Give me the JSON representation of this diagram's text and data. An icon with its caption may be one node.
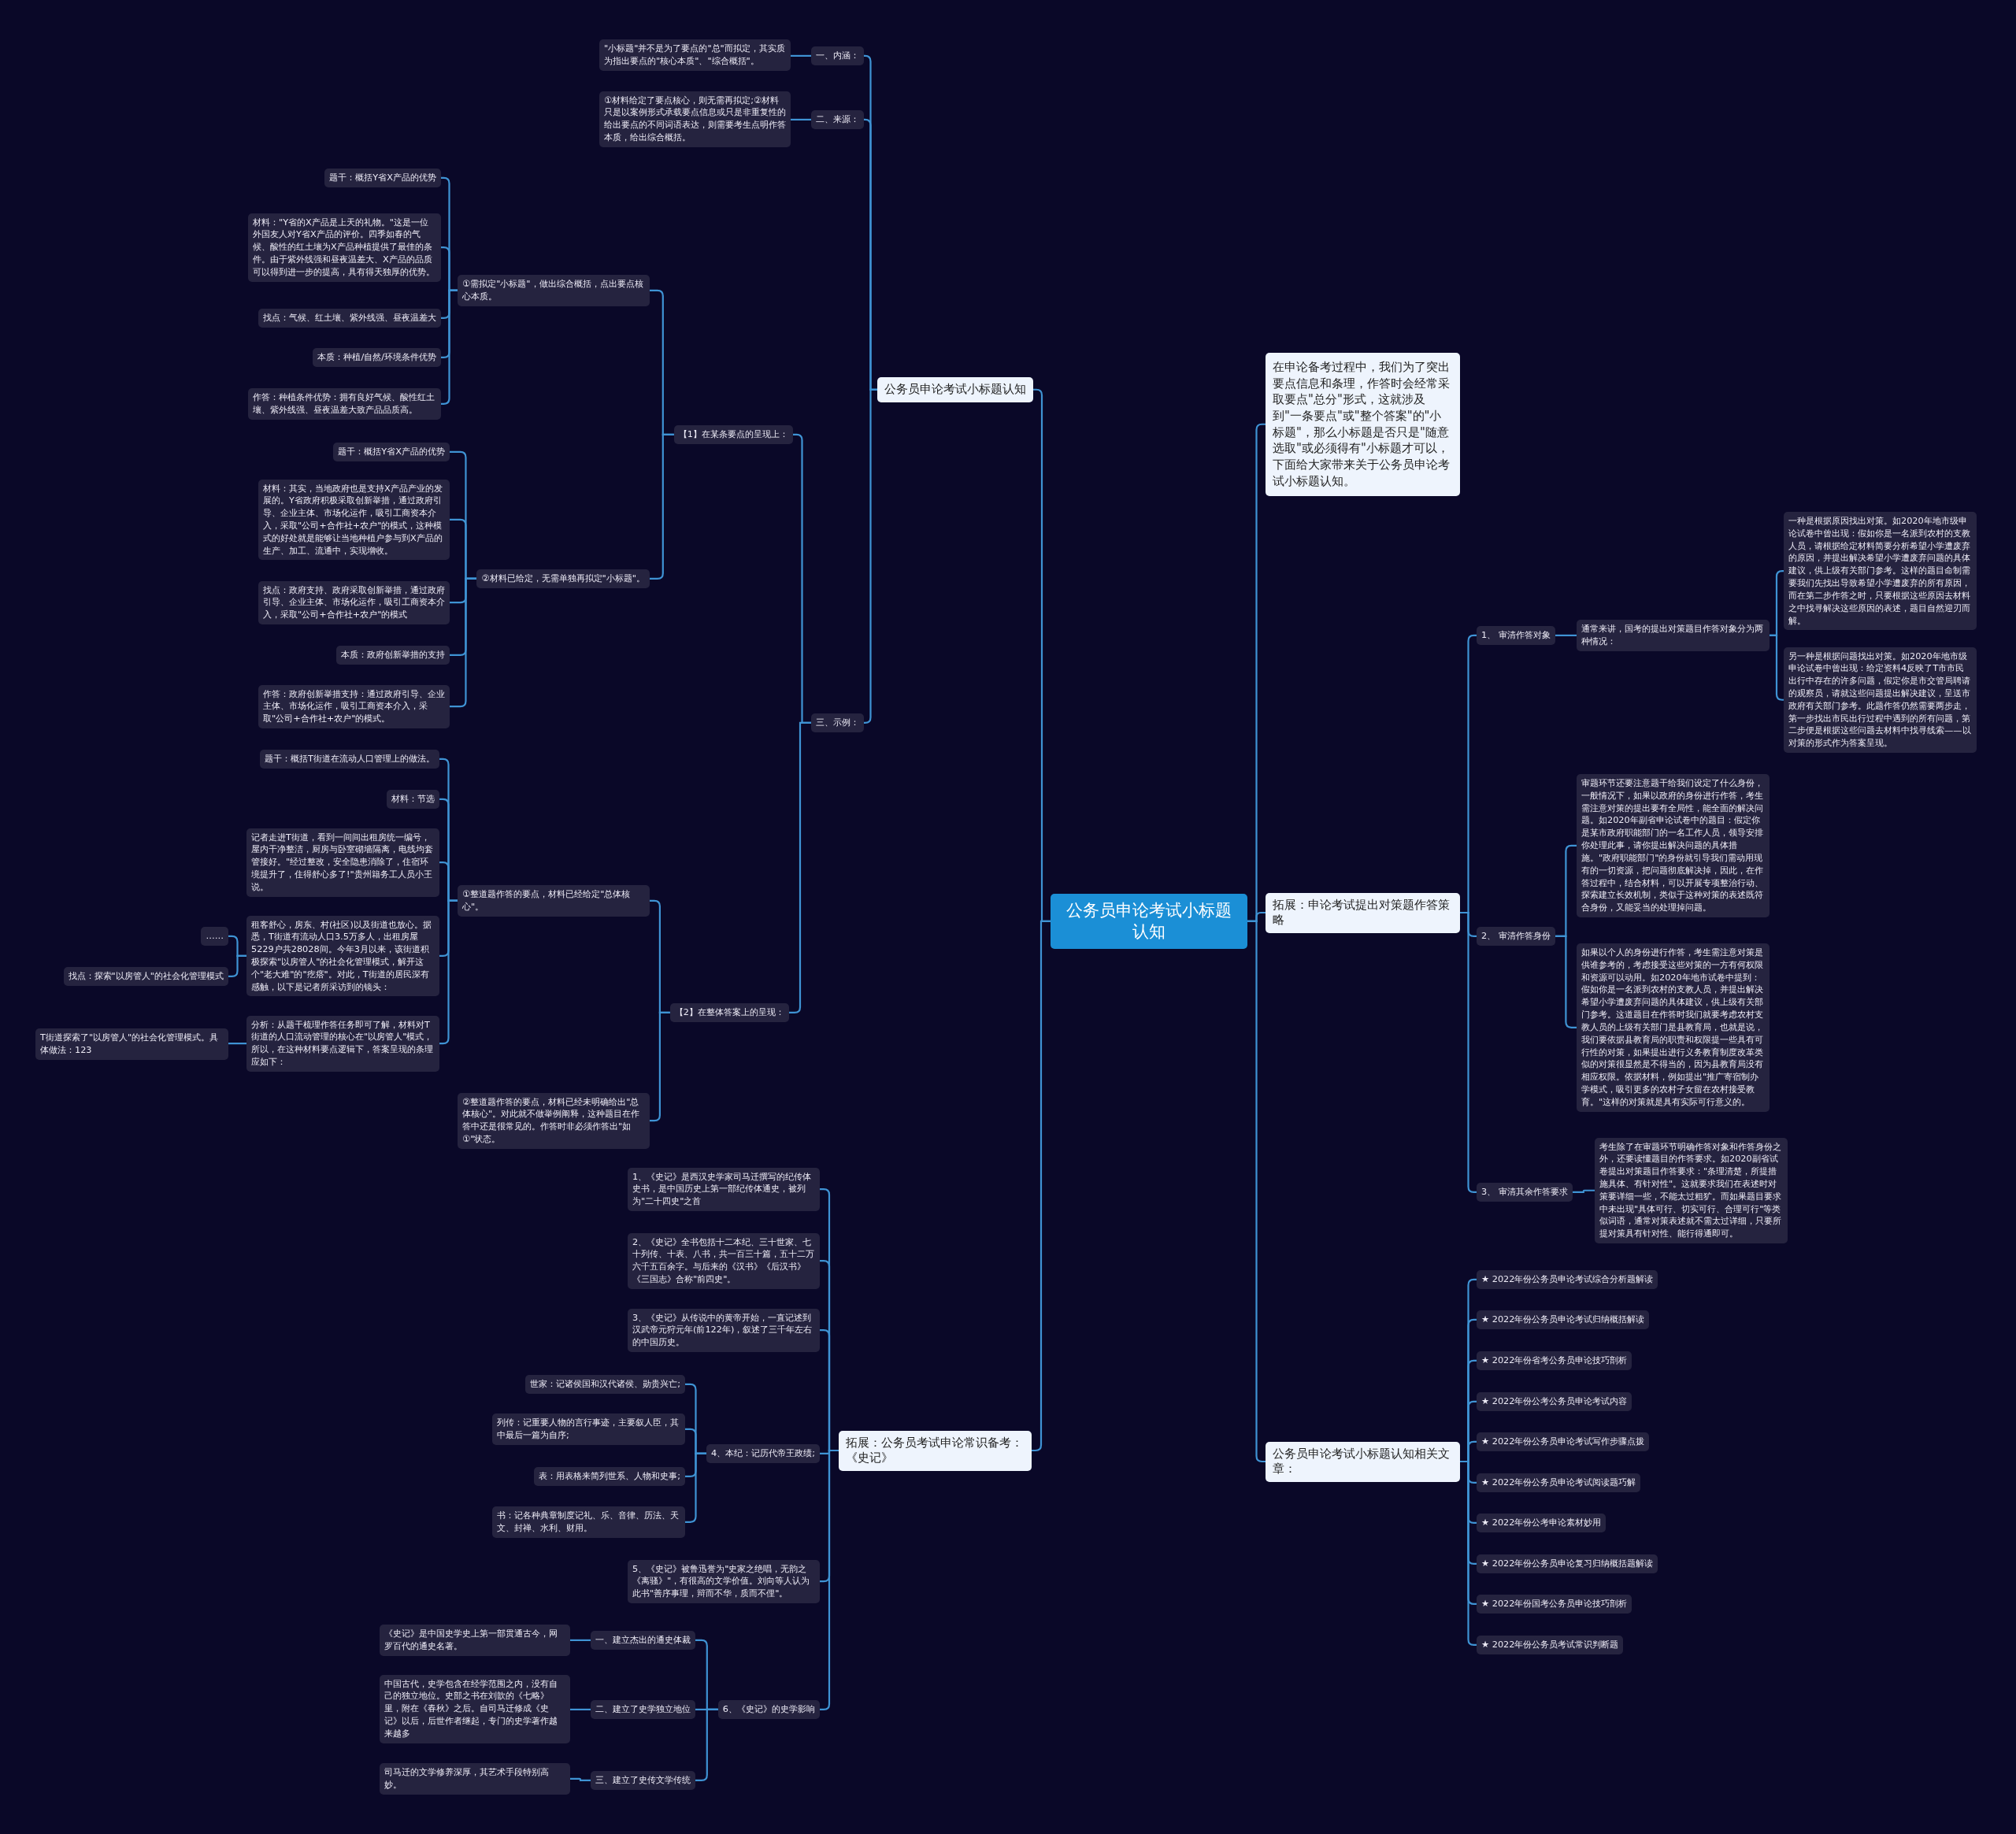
{
  "diagram": {
    "nodes": [
      {
        "text": [
          "公务员申论考试小标题认知"
        ]
      },
      {
        "text": [
          "公务员申论考试小标题认知"
        ]
      },
      {
        "text": [
          "一、内涵："
        ]
      },
      {
        "text": [
          "\"小标题\"并不是为了要点的\"总\"而拟定，其实质为指出要点的\"核心本质\"、\"综合概括\"。"
        ]
      },
      {
        "text": [
          "二、来源："
        ]
      },
      {
        "text": [
          "①材料给定了要点核心，则无需再拟定;②材料只是以案例形式承载要点信息或只是非重复性的给出要点的不同词语表达，则需要考生点明作答本质，给出综合概括。"
        ]
      },
      {
        "text": [
          "三、示例："
        ]
      },
      {
        "text": [
          "【1】在某条要点的呈现上："
        ]
      },
      {
        "text": [
          "①需拟定\"小标题\"，做出综合概括，点出要点核心本质。"
        ]
      },
      {
        "text": [
          "题干：概括Y省X产品的优势"
        ]
      },
      {
        "text": [
          "材料：\"Y省的X产品是上天的礼物。\"这是一位外国友人对Y省X产品的评价。四季如春的气候、酸性的红土壤为X产品种植提供了最佳的条件。由于紫外线强和昼夜温差大、X产品的品质可以得到进一步的提高，具有得天独厚的优势。"
        ]
      },
      {
        "text": [
          "找点：气候、红土壤、紫外线强、昼夜温差大"
        ]
      },
      {
        "text": [
          "本质：种植/自然/环境条件优势"
        ]
      },
      {
        "text": [
          "作答：种植条件优势：拥有良好气候、酸性红土壤、紫外线强、昼夜温差大致产品品质高。"
        ]
      },
      {
        "text": [
          "②材料已给定，无需单独再拟定\"小标题\"。"
        ]
      },
      {
        "text": [
          "题干：概括Y省X产品的优势"
        ]
      },
      {
        "text": [
          "材料：其实，当地政府也是支持X产品产业的发展的。Y省政府积极采取创新举措，通过政府引导、企业主体、市场化运作，吸引工商资本介入，采取\"公司+合作社+农户\"的模式，这种模式的好处就是能够让当地种植户参与到X产品的生产、加工、流通中，实现增收。"
        ]
      },
      {
        "text": [
          "找点：政府支持、政府采取创新举措，通过政府引导、企业主体、市场化运作，吸引工商资本介入，采取\"公司+合作社+农户\"的模式"
        ]
      },
      {
        "text": [
          "本质：政府创新举措的支持"
        ]
      },
      {
        "text": [
          "作答：政府创新举措支持：通过政府引导、企业主体、市场化运作，吸引工商资本介入，采取\"公司+合作社+农户\"的模式。"
        ]
      },
      {
        "text": [
          "【2】在整体答案上的呈现："
        ]
      },
      {
        "text": [
          "①整道题作答的要点，材料已经给定\"总体核心\"。"
        ]
      },
      {
        "text": [
          "题干：概括T街道在流动人口管理上的做法。"
        ]
      },
      {
        "text": [
          "材料：节选"
        ]
      },
      {
        "text": [
          "记者走进T街道，看到一间间出租房统一编号，屋内干净整洁，厨房与卧室砌墙隔离，电线均套管接好。\"经过整改，安全隐患消除了，住宿环境提升了，住得舒心多了!\"贵州籍务工人员小王说。"
        ]
      },
      {
        "text": [
          "租客舒心，房东、村(社区)以及街道也放心。据悉，T街道有流动人口3.5万多人，出租房屋5229户共28028间。今年3月以来，该街道积极探索\"以房管人\"的社会化管理模式，解开这个\"老大难\"的\"疙瘩\"。对此，T街道的居民深有感触，以下是记者所采访到的镜头："
        ]
      },
      {
        "text": [
          "……"
        ]
      },
      {
        "text": [
          "找点：探索\"以房管人\"的社会化管理模式"
        ]
      },
      {
        "text": [
          "分析：从题干梳理作答任务即可了解，材料对T街道的人口流动管理的核心在\"以房管人\"模式，所以，在这种材料要点逻辑下，答案呈现的条理应如下："
        ]
      },
      {
        "text": [
          "T街道探索了\"以房管人\"的社会化管理模式。具体做法：123"
        ]
      },
      {
        "text": [
          "②整道题作答的要点，材料已经未明确给出\"总体核心\"。对此就不做举例阐释，这种题目在作答中还是很常见的。作答时非必须作答出\"如①\"状态。"
        ]
      },
      {
        "text": [
          "拓展：公务员考试申论常识备考：《史记》"
        ]
      },
      {
        "text": [
          "1、《史记》是西汉史学家司马迁撰写的纪传体史书，是中国历史上第一部纪传体通史，被列为\"二十四史\"之首"
        ]
      },
      {
        "text": [
          "2、《史记》全书包括十二本纪、三十世家、七十列传、十表、八书，共一百三十篇，五十二万六千五百余字。与后来的《汉书》《后汉书》《三国志》合称\"前四史\"。"
        ]
      },
      {
        "text": [
          "3、《史记》从传说中的黄帝开始，一直记述到汉武帝元狩元年(前122年)，叙述了三千年左右的中国历史。"
        ]
      },
      {
        "text": [
          "4、本纪：记历代帝王政绩;"
        ]
      },
      {
        "text": [
          "世家：记诸侯国和汉代诸侯、勋贵兴亡;"
        ]
      },
      {
        "text": [
          "列传：记重要人物的言行事迹，主要叙人臣，其中最后一篇为自序;"
        ]
      },
      {
        "text": [
          "表：用表格来简列世系、人物和史事;"
        ]
      },
      {
        "text": [
          "书：记各种典章制度记礼、乐、音律、历法、天文、封禅、水利、财用。"
        ]
      },
      {
        "text": [
          "5、《史记》被鲁迅誉为\"史家之绝唱，无韵之《离骚》\"，有很高的文学价值。刘向等人认为此书\"善序事理，辩而不华，质而不俚\"。"
        ]
      },
      {
        "text": [
          "6、《史记》的史学影响"
        ]
      },
      {
        "text": [
          "一、建立杰出的通史体裁"
        ]
      },
      {
        "text": [
          "《史记》是中国史学史上第一部贯通古今，网罗百代的通史名著。"
        ]
      },
      {
        "text": [
          "二、建立了史学独立地位"
        ]
      },
      {
        "text": [
          "中国古代，史学包含在经学范围之内，没有自己的独立地位。史部之书在刘歆的《七略》里，附在《春秋》之后。自司马迁修成《史记》以后，后世作者继起，专门的史学著作越来越多"
        ]
      },
      {
        "text": [
          "三、建立了史传文学传统"
        ]
      },
      {
        "text": [
          "司马迁的文学修养深厚，其艺术手段特别高妙。"
        ]
      },
      {
        "text": [
          "在申论备考过程中，我们为了突出要点信息和条理，作答时会经常采取要点\"总分\"形式，这就涉及到\"一条要点\"或\"整个答案\"的\"小标题\"，那么小标题是否只是\"随意选取\"或必须得有\"小标题才可以，下面给大家带来关于公务员申论考试小标题认知。"
        ]
      },
      {
        "text": [
          "拓展：申论考试提出对策题作答策略"
        ]
      },
      {
        "text": [
          "1、 审清作答对象"
        ]
      },
      {
        "text": [
          "通常来讲，国考的提出对策题目作答对象分为两种情况："
        ]
      },
      {
        "text": [
          "一种是根据原因找出对策。如2020年地市级申论试卷中曾出现：假如你是一名派到农村的支教人员，请根据给定材料简要分析希望小学遭废弃的原因，并提出解决希望小学遭废弃问题的具体建议，供上级有关部门参考。这样的题目命制需要我们先找出导致希望小学遭废弃的所有原因，而在第二步作答之时，只要根据这些原因去材料之中找寻解决这些原因的表述，题目自然迎刃而解。"
        ]
      },
      {
        "text": [
          "另一种是根据问题找出对策。如2020年地市级申论试卷中曾出现：给定资料4反映了T市市民出行中存在的许多问题，假定你是市交管局聘请的观察员，请就这些问题提出解决建议，呈送市政府有关部门参考。此题作答仍然需要两步走，第一步找出市民出行过程中遇到的所有问题，第二步便是根据这些问题去材料中找寻线索——以对策的形式作为答案呈现。"
        ]
      },
      {
        "text": [
          "2、 审清作答身份"
        ]
      },
      {
        "text": [
          "审题环节还要注意题干给我们设定了什么身份，一般情况下，如果以政府的身份进行作答，考生需注意对策的提出要有全局性，能全面的解决问题。如2020年副省申论试卷中的题目：假定你是某市政府职能部门的一名工作人员，领导安排你处理此事，请你提出解决问题的具体措施。\"政府职能部门\"的身份就引导我们需动用现有的一切资源，把问题彻底解决掉，因此，在作答过程中，结合材料，可以开展专项整治行动、探索建立长效机制，类似于这种对策的表述既符合身份，又能妥当的处理掉问题。"
        ]
      },
      {
        "text": [
          "如果以个人的身份进行作答，考生需注意对策是供谁参考的，考虑接受这些对策的一方有何权限和资源可以动用。如2020年地市试卷中提到：假如你是一名派到农村的支教人员，并提出解决希望小学遭废弃问题的具体建议，供上级有关部门参考。这道题目在作答时我们就要考虑农村支教人员的上级有关部门是县教育局，也就是说，我们要依据县教育局的职责和权限提一些具有可行性的对策，如果提出进行义务教育制度改革类似的对策很显然是不得当的，因为县教育局没有相应权限。依据材料，例如提出\"推广寄宿制办学模式，吸引更多的农村子女留在农村接受教育。\"这样的对策就是具有实际可行意义的。"
        ]
      },
      {
        "text": [
          "3、 审清其余作答要求"
        ]
      },
      {
        "text": [
          "考生除了在审题环节明确作答对象和作答身份之外，还要读懂题目的作答要求。如2020副省试卷提出对策题目作答要求：\"条理清楚，所提措施具体、有针对性\"。这就要求我们在表述时对策要详细一些，不能太过粗犷。而如果题目要求中未出现\"具体可行、切实可行、合理可行\"等类似词语，通常对策表述就不需太过详细，只要所提对策具有针对性、能行得通即可。"
        ]
      },
      {
        "text": [
          "公务员申论考试小标题认知相关文章："
        ]
      },
      {
        "text": [
          "★ 2022年份公务员申论考试综合分析题解读"
        ]
      },
      {
        "text": [
          "★ 2022年份公务员申论考试归纳概括解读"
        ]
      },
      {
        "text": [
          "★ 2022年份省考公务员申论技巧剖析"
        ]
      },
      {
        "text": [
          "★ 2022年份公考公务员申论考试内容"
        ]
      },
      {
        "text": [
          "★ 2022年份公务员申论考试写作步骤点拨"
        ]
      },
      {
        "text": [
          "★ 2022年份公务员申论考试阅读题巧解"
        ]
      },
      {
        "text": [
          "★ 2022年份公考申论素材妙用"
        ]
      },
      {
        "text": [
          "★ 2022年份公务员申论复习归纳概括题解读"
        ]
      },
      {
        "text": [
          "★ 2022年份国考公务员申论技巧剖析"
        ]
      },
      {
        "text": [
          "★ 2022年份公务员考试常识判断题"
        ]
      }
    ],
    "edges": [
      {
        "from": 0,
        "to": 1,
        "arrow": "none"
      },
      {
        "from": 1,
        "to": 2,
        "arrow": "none"
      },
      {
        "from": 2,
        "to": 3,
        "arrow": "none"
      },
      {
        "from": 1,
        "to": 4,
        "arrow": "none"
      },
      {
        "from": 4,
        "to": 5,
        "arrow": "none"
      },
      {
        "from": 1,
        "to": 6,
        "arrow": "none"
      },
      {
        "from": 6,
        "to": 7,
        "arrow": "none"
      },
      {
        "from": 7,
        "to": 8,
        "arrow": "none"
      },
      {
        "from": 8,
        "to": 9,
        "arrow": "none"
      },
      {
        "from": 8,
        "to": 10,
        "arrow": "none"
      },
      {
        "from": 8,
        "to": 11,
        "arrow": "none"
      },
      {
        "from": 8,
        "to": 12,
        "arrow": "none"
      },
      {
        "from": 8,
        "to": 13,
        "arrow": "none"
      },
      {
        "from": 7,
        "to": 14,
        "arrow": "none"
      },
      {
        "from": 14,
        "to": 15,
        "arrow": "none"
      },
      {
        "from": 14,
        "to": 16,
        "arrow": "none"
      },
      {
        "from": 14,
        "to": 17,
        "arrow": "none"
      },
      {
        "from": 14,
        "to": 18,
        "arrow": "none"
      },
      {
        "from": 14,
        "to": 19,
        "arrow": "none"
      },
      {
        "from": 6,
        "to": 20,
        "arrow": "none"
      },
      {
        "from": 20,
        "to": 21,
        "arrow": "none"
      },
      {
        "from": 21,
        "to": 22,
        "arrow": "none"
      },
      {
        "from": 21,
        "to": 23,
        "arrow": "none"
      },
      {
        "from": 21,
        "to": 24,
        "arrow": "none"
      },
      {
        "from": 21,
        "to": 25,
        "arrow": "none"
      },
      {
        "from": 25,
        "to": 26,
        "arrow": "none"
      },
      {
        "from": 25,
        "to": 27,
        "arrow": "none"
      },
      {
        "from": 21,
        "to": 28,
        "arrow": "none"
      },
      {
        "from": 28,
        "to": 29,
        "arrow": "none"
      },
      {
        "from": 20,
        "to": 30,
        "arrow": "none"
      },
      {
        "from": 0,
        "to": 31,
        "arrow": "none"
      },
      {
        "from": 31,
        "to": 32,
        "arrow": "none"
      },
      {
        "from": 31,
        "to": 33,
        "arrow": "none"
      },
      {
        "from": 31,
        "to": 34,
        "arrow": "none"
      },
      {
        "from": 31,
        "to": 35,
        "arrow": "none"
      },
      {
        "from": 35,
        "to": 36,
        "arrow": "none"
      },
      {
        "from": 35,
        "to": 37,
        "arrow": "none"
      },
      {
        "from": 35,
        "to": 38,
        "arrow": "none"
      },
      {
        "from": 35,
        "to": 39,
        "arrow": "none"
      },
      {
        "from": 31,
        "to": 40,
        "arrow": "none"
      },
      {
        "from": 31,
        "to": 41,
        "arrow": "none"
      },
      {
        "from": 41,
        "to": 42,
        "arrow": "none"
      },
      {
        "from": 42,
        "to": 43,
        "arrow": "none"
      },
      {
        "from": 41,
        "to": 44,
        "arrow": "none"
      },
      {
        "from": 44,
        "to": 45,
        "arrow": "none"
      },
      {
        "from": 41,
        "to": 46,
        "arrow": "none"
      },
      {
        "from": 46,
        "to": 47,
        "arrow": "none"
      },
      {
        "from": 0,
        "to": 48,
        "arrow": "none"
      },
      {
        "from": 0,
        "to": 49,
        "arrow": "none"
      },
      {
        "from": 49,
        "to": 50,
        "arrow": "none"
      },
      {
        "from": 50,
        "to": 51,
        "arrow": "none"
      },
      {
        "from": 51,
        "to": 52,
        "arrow": "none"
      },
      {
        "from": 51,
        "to": 53,
        "arrow": "none"
      },
      {
        "from": 49,
        "to": 54,
        "arrow": "none"
      },
      {
        "from": 54,
        "to": 55,
        "arrow": "none"
      },
      {
        "from": 54,
        "to": 56,
        "arrow": "none"
      },
      {
        "from": 49,
        "to": 57,
        "arrow": "none"
      },
      {
        "from": 57,
        "to": 58,
        "arrow": "none"
      },
      {
        "from": 0,
        "to": 59,
        "arrow": "none"
      },
      {
        "from": 59,
        "to": 60,
        "arrow": "none"
      },
      {
        "from": 59,
        "to": 61,
        "arrow": "none"
      },
      {
        "from": 59,
        "to": 62,
        "arrow": "none"
      },
      {
        "from": 59,
        "to": 63,
        "arrow": "none"
      },
      {
        "from": 59,
        "to": 64,
        "arrow": "none"
      },
      {
        "from": 59,
        "to": 65,
        "arrow": "none"
      },
      {
        "from": 59,
        "to": 66,
        "arrow": "none"
      },
      {
        "from": 59,
        "to": 67,
        "arrow": "none"
      },
      {
        "from": 59,
        "to": 68,
        "arrow": "none"
      },
      {
        "from": 59,
        "to": 69,
        "arrow": "none"
      }
    ]
  }
}
